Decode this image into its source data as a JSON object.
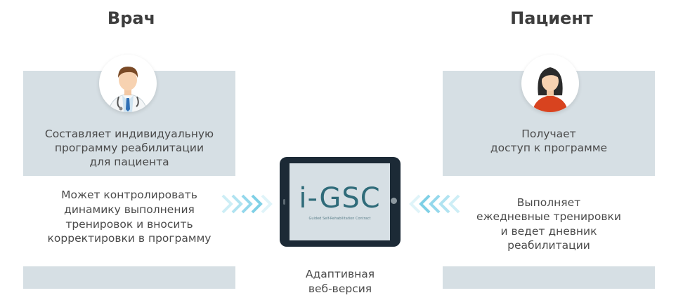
{
  "doctor": {
    "title": "Врач",
    "line1": "Составляет индивидуальную",
    "line2": "программу реабилитации",
    "line3": "для пациента",
    "b1": "Может контролировать",
    "b2": "динамику выполнения",
    "b3": "тренировок и вносить",
    "b4": "корректировки в программу"
  },
  "patient": {
    "title": "Пациент",
    "line1": "Получает",
    "line2": "доступ к программе",
    "b1": "Выполняет",
    "b2": "ежедневные тренировки",
    "b3": "и ведет дневник",
    "b4": "реабилитации"
  },
  "center": {
    "logo": "i-GSC",
    "logo_sub": "Guided Self-Rehabilitation Contract",
    "c1": "Адаптивная",
    "c2": "веб-версия"
  },
  "colors": {
    "panel": "#d6dfe4",
    "arrow": "#7fd0e6",
    "logo": "#2f6b79"
  }
}
